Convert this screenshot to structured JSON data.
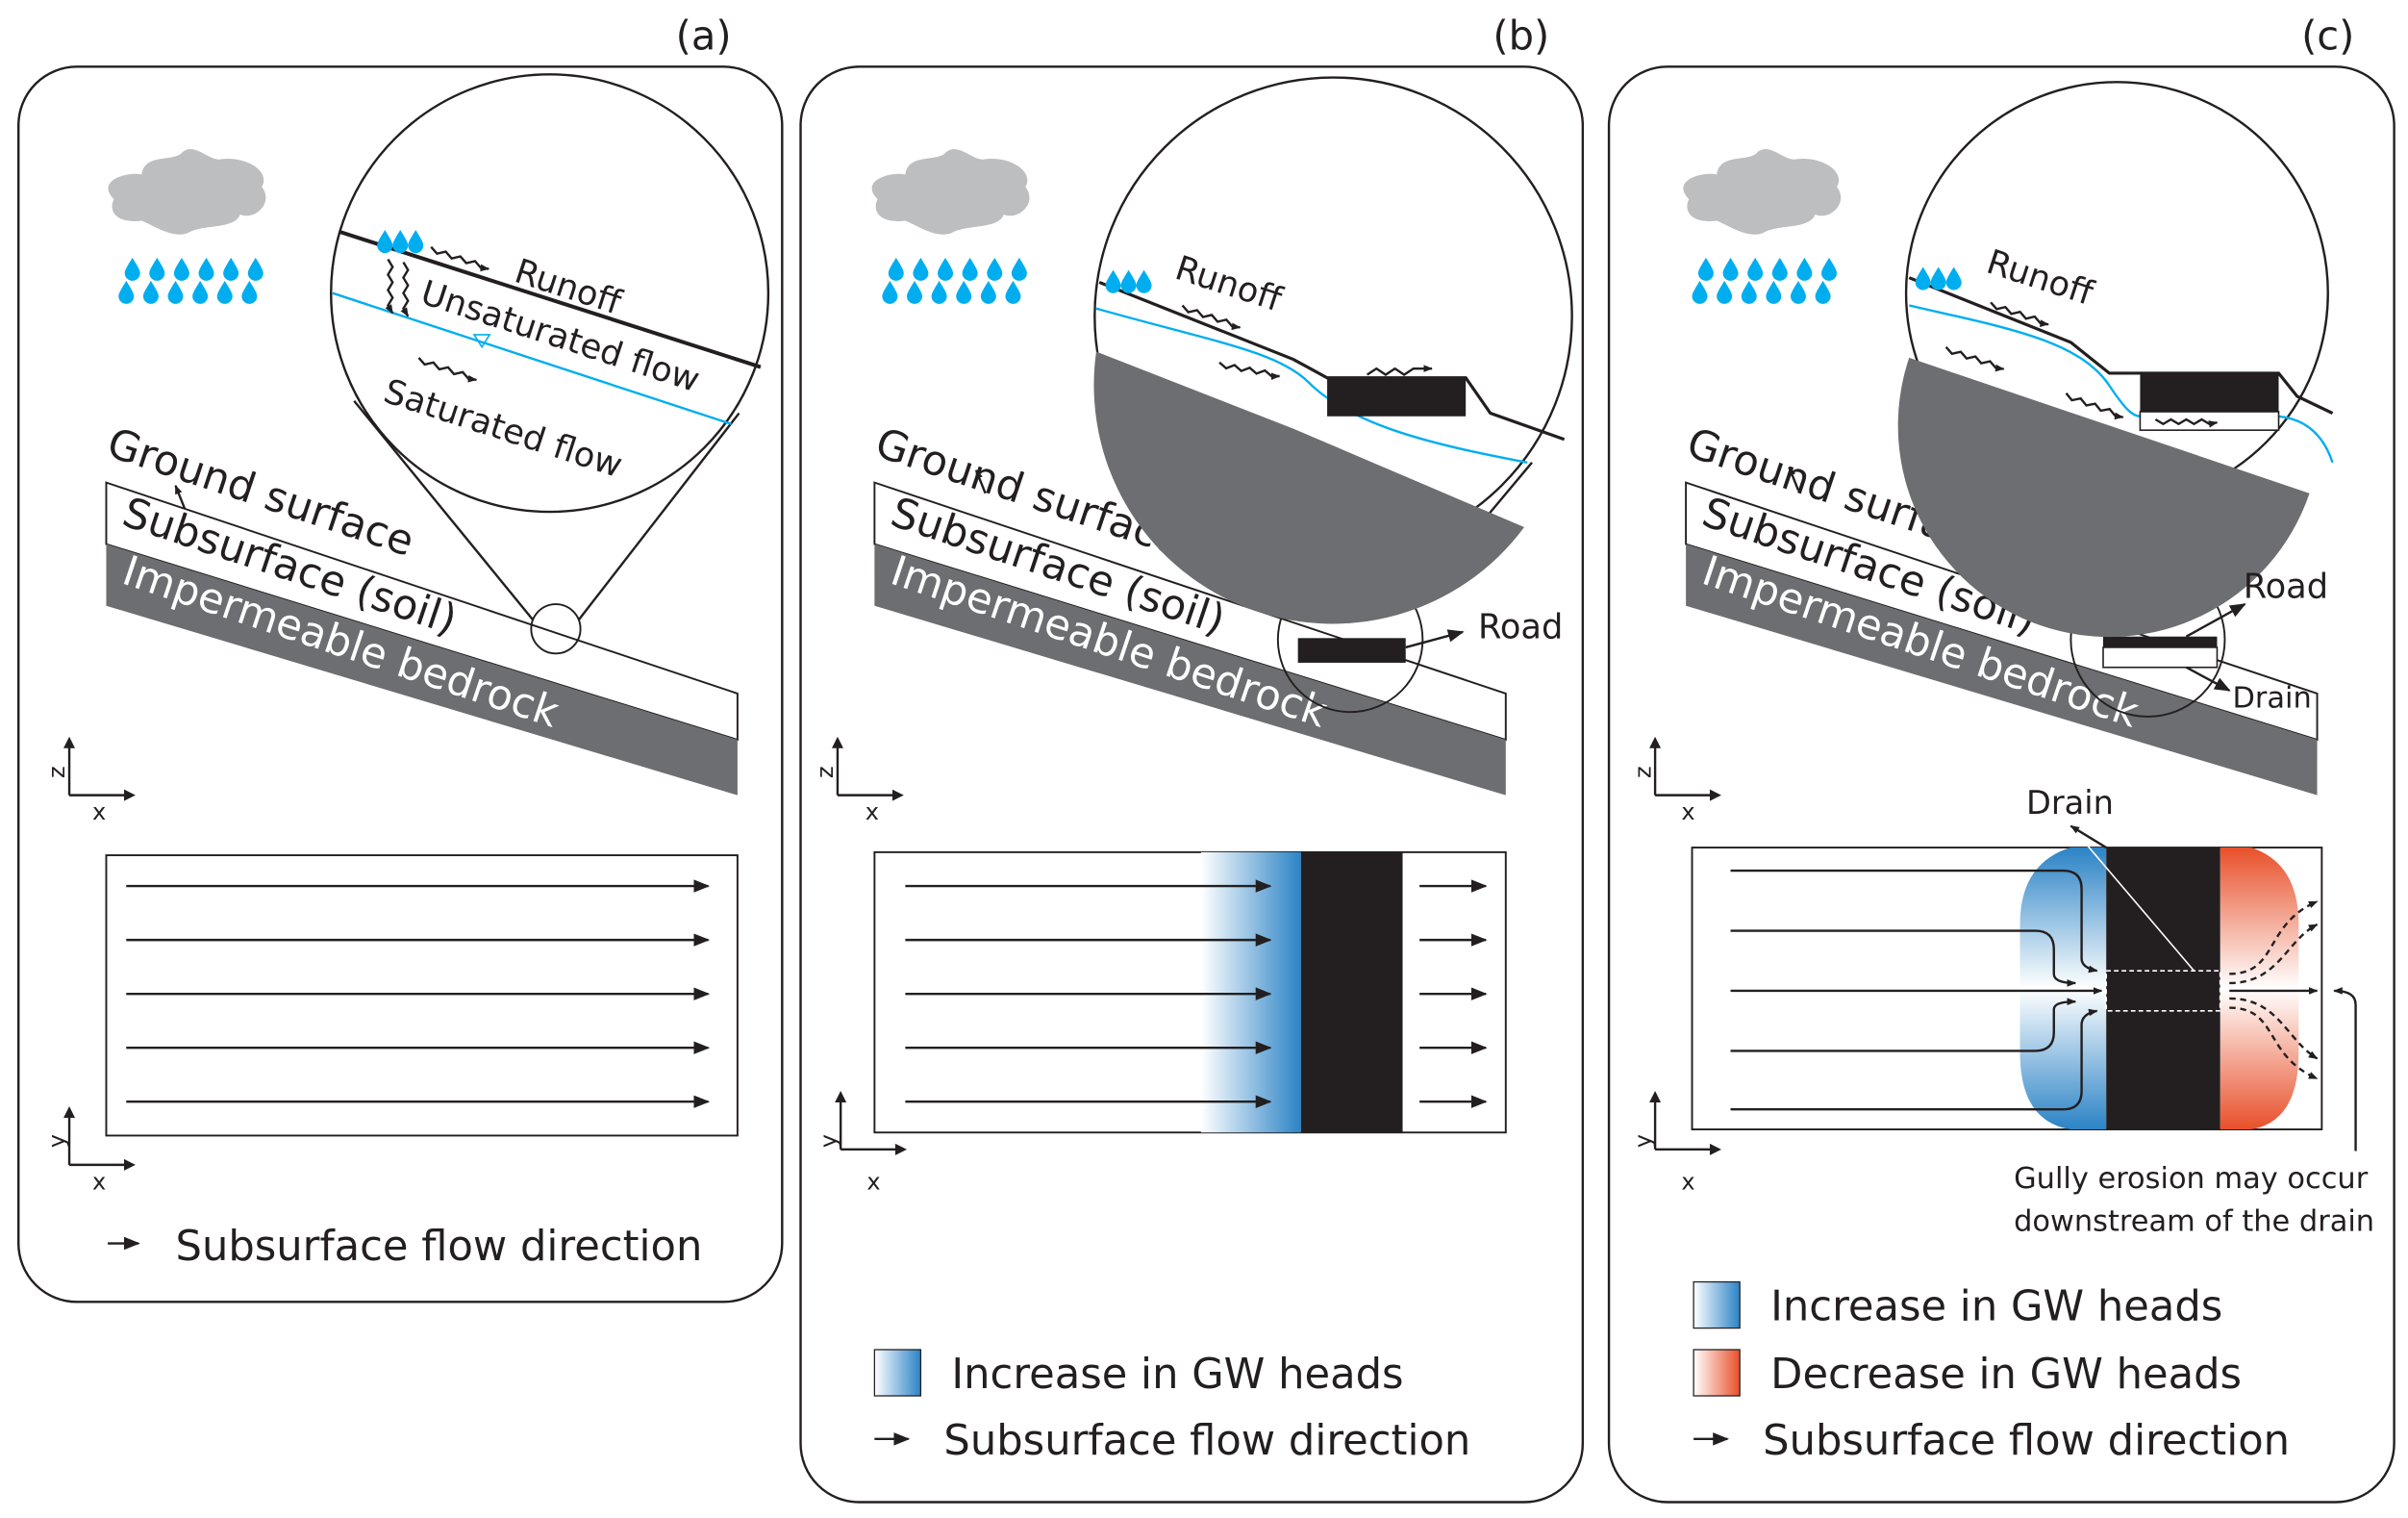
{
  "colors": {
    "cloud": "#bcbec0",
    "rain": "#00aeef",
    "bedrock": "#6d6e71",
    "road": "#231f20",
    "increase": "#2b83c6",
    "decrease": "#e8502a",
    "water_table": "#00aeef"
  },
  "panels": [
    {
      "label": "(a)",
      "ground_surface": "Ground surface",
      "subsurface": "Subsurface (soil)",
      "bedrock": "Impermeable bedrock",
      "zoom": {
        "runoff": "Runoff",
        "unsaturated": "Unsaturated flow",
        "saturated": "Saturated flow"
      },
      "axes_side": {
        "z": "z",
        "x": "x"
      },
      "axes_plan": {
        "y": "y",
        "x": "x"
      },
      "legend": [
        {
          "icon": "arrow-icon",
          "text": "Subsurface flow direction"
        }
      ]
    },
    {
      "label": "(b)",
      "ground_surface": "Ground surface",
      "subsurface": "Subsurface (soil)",
      "bedrock": "Impermeable bedrock",
      "zoom": {
        "runoff": "Runoff"
      },
      "road": "Road",
      "axes_side": {
        "z": "z",
        "x": "x"
      },
      "axes_plan": {
        "y": "y",
        "x": "x"
      },
      "legend": [
        {
          "icon": "blue-gradient-swatch",
          "text": "Increase in GW heads"
        },
        {
          "icon": "arrow-icon",
          "text": "Subsurface flow direction"
        }
      ]
    },
    {
      "label": "(c)",
      "ground_surface": "Ground surface",
      "subsurface": "Subsurface (soil)",
      "bedrock": "Impermeable bedrock",
      "zoom": {
        "runoff": "Runoff"
      },
      "road": "Road",
      "drain": "Drain",
      "plan_drain": "Drain",
      "gully": [
        "Gully erosion may occur",
        "downstream of the drain"
      ],
      "axes_side": {
        "z": "z",
        "x": "x"
      },
      "axes_plan": {
        "y": "y",
        "x": "x"
      },
      "legend": [
        {
          "icon": "blue-gradient-swatch",
          "text": "Increase in GW heads"
        },
        {
          "icon": "red-gradient-swatch",
          "text": "Decrease in GW heads"
        },
        {
          "icon": "arrow-icon",
          "text": "Subsurface flow direction"
        }
      ]
    }
  ]
}
